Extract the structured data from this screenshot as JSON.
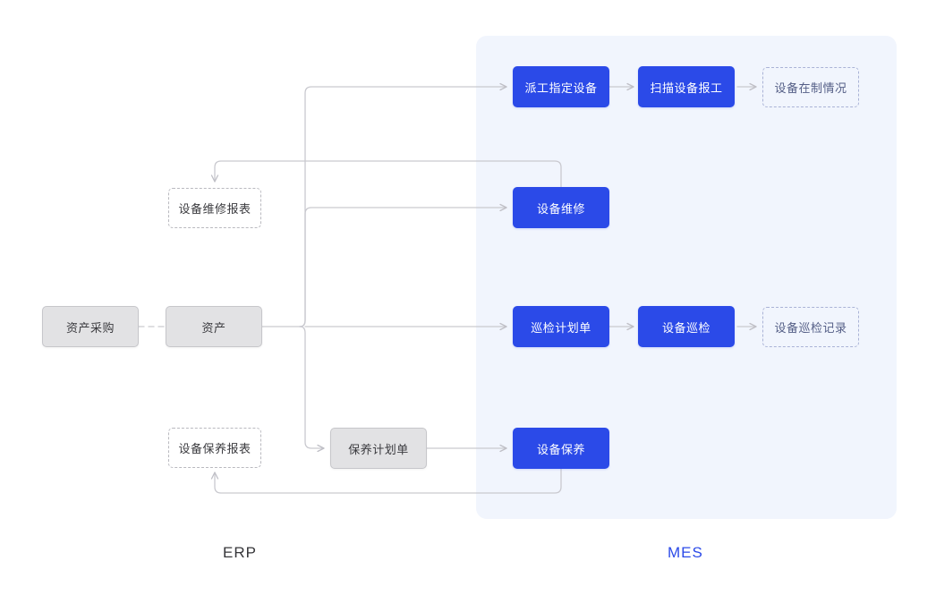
{
  "diagram": {
    "title_erp": "ERP",
    "title_mes": "MES",
    "colors": {
      "accent_blue": "#2b4ae8",
      "panel_blue": "#f1f5fd",
      "gray_fill": "#e2e2e4",
      "wire_gray": "#c9c9cf",
      "text_dark": "#3b3b3f",
      "text_blue_muted": "#545e86"
    },
    "zones": [
      {
        "name": "ERP",
        "label": "ERP"
      },
      {
        "name": "MES",
        "label": "MES"
      }
    ],
    "nodes": [
      {
        "id": "asset-purchase",
        "label": "资产采购",
        "style": "gray",
        "zone": "ERP"
      },
      {
        "id": "asset",
        "label": "资产",
        "style": "gray",
        "zone": "ERP"
      },
      {
        "id": "repair-report",
        "label": "设备维修报表",
        "style": "dashed-gray",
        "zone": "ERP"
      },
      {
        "id": "maintenance-report",
        "label": "设备保养报表",
        "style": "dashed-gray",
        "zone": "ERP"
      },
      {
        "id": "maintenance-plan",
        "label": "保养计划单",
        "style": "gray",
        "zone": "ERP"
      },
      {
        "id": "dispatch-device",
        "label": "派工指定设备",
        "style": "blue",
        "zone": "MES"
      },
      {
        "id": "scan-device-report",
        "label": "扫描设备报工",
        "style": "blue",
        "zone": "MES"
      },
      {
        "id": "device-wip",
        "label": "设备在制情况",
        "style": "dashed-blue",
        "zone": "MES"
      },
      {
        "id": "device-repair",
        "label": "设备维修",
        "style": "blue",
        "zone": "MES"
      },
      {
        "id": "inspection-plan",
        "label": "巡检计划单",
        "style": "blue",
        "zone": "MES"
      },
      {
        "id": "device-inspection",
        "label": "设备巡检",
        "style": "blue",
        "zone": "MES"
      },
      {
        "id": "inspection-record",
        "label": "设备巡检记录",
        "style": "dashed-blue",
        "zone": "MES"
      },
      {
        "id": "device-maintenance",
        "label": "设备保养",
        "style": "blue",
        "zone": "MES"
      }
    ],
    "edges": [
      {
        "from": "asset-purchase",
        "to": "asset",
        "style": "dashed"
      },
      {
        "from": "asset",
        "to": "dispatch-device",
        "style": "solid"
      },
      {
        "from": "asset",
        "to": "device-repair",
        "style": "solid"
      },
      {
        "from": "asset",
        "to": "inspection-plan",
        "style": "solid"
      },
      {
        "from": "asset",
        "to": "maintenance-plan",
        "style": "solid"
      },
      {
        "from": "dispatch-device",
        "to": "scan-device-report",
        "style": "solid"
      },
      {
        "from": "scan-device-report",
        "to": "device-wip",
        "style": "solid"
      },
      {
        "from": "device-repair",
        "to": "repair-report",
        "style": "solid"
      },
      {
        "from": "inspection-plan",
        "to": "device-inspection",
        "style": "solid"
      },
      {
        "from": "device-inspection",
        "to": "inspection-record",
        "style": "solid"
      },
      {
        "from": "maintenance-plan",
        "to": "device-maintenance",
        "style": "solid"
      },
      {
        "from": "device-maintenance",
        "to": "maintenance-report",
        "style": "solid"
      }
    ]
  }
}
